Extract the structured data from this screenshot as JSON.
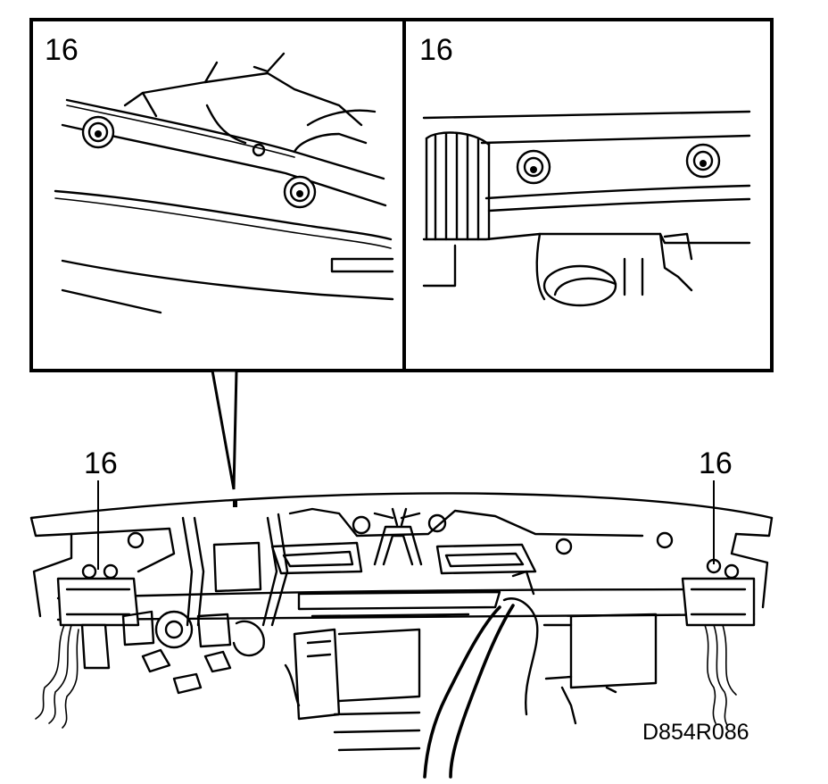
{
  "callouts": {
    "inset_left": "16",
    "inset_right": "16",
    "main_left": "16",
    "main_right": "16"
  },
  "drawing_code": "D854R086"
}
